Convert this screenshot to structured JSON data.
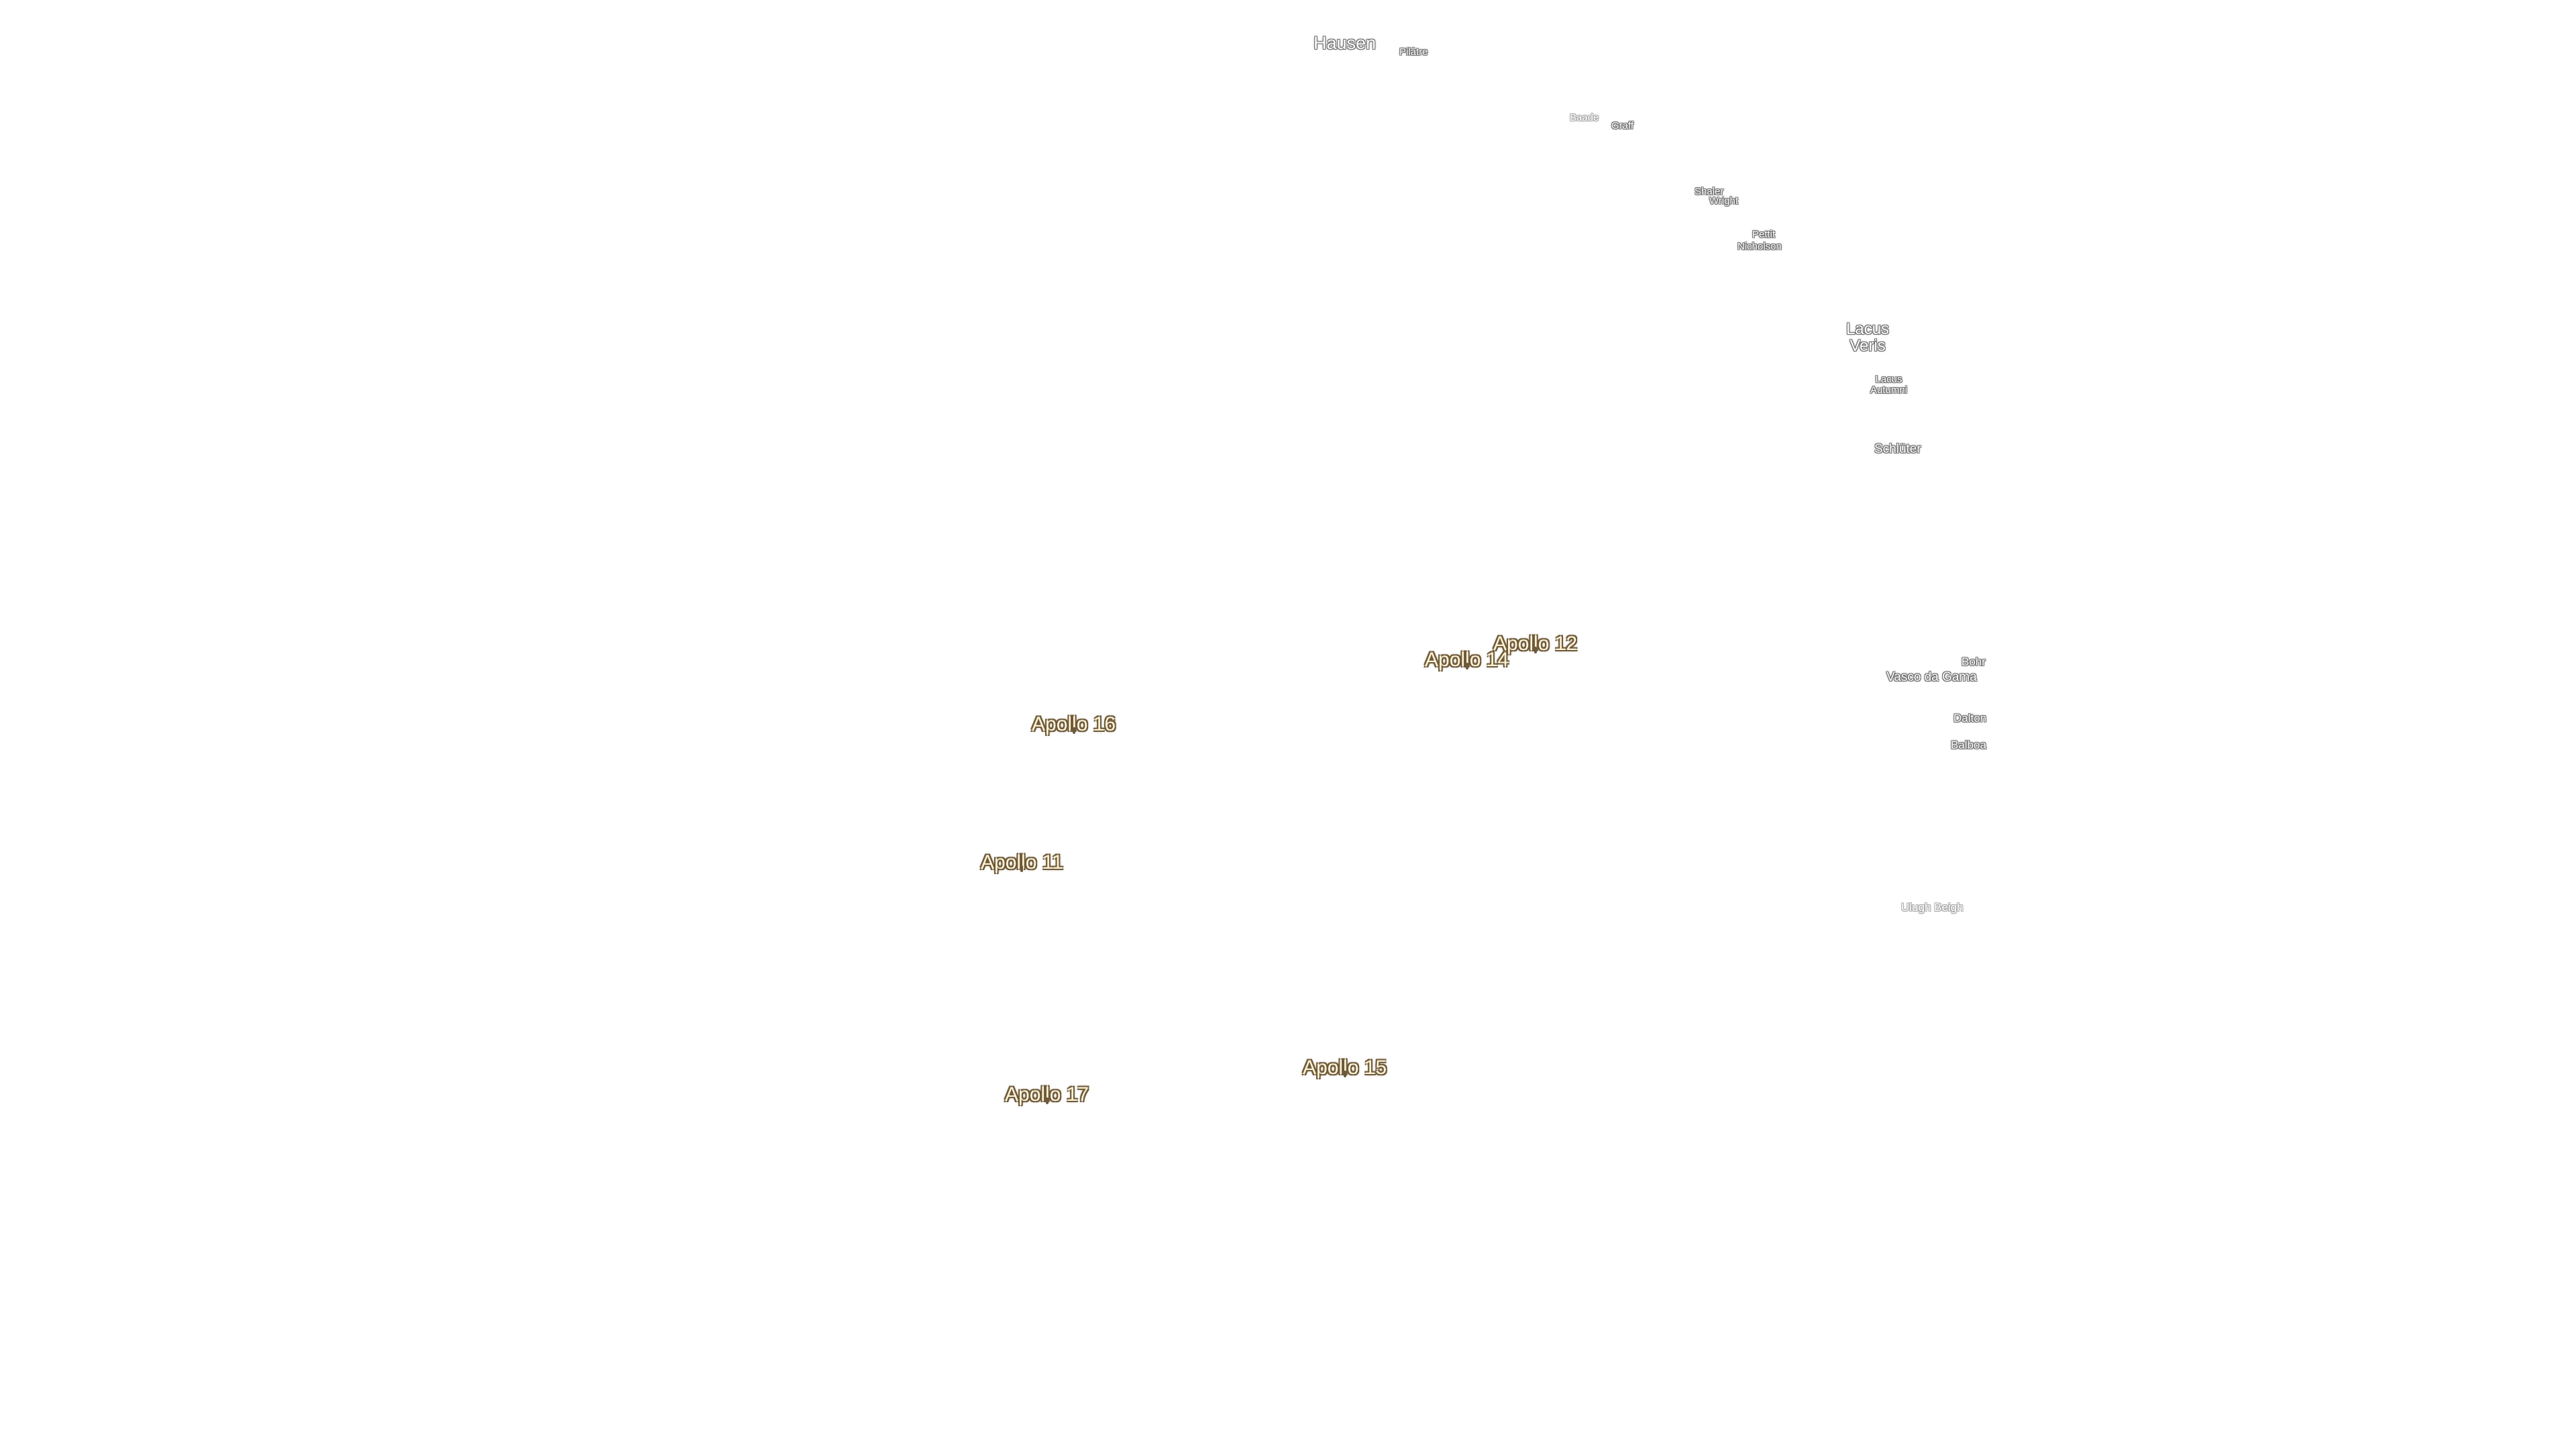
{
  "map": {
    "feature_labels": [
      {
        "id": "hausen",
        "text": "Hausen"
      },
      {
        "id": "pilatre",
        "text": "Pilâtre"
      },
      {
        "id": "baade",
        "text": "Baade"
      },
      {
        "id": "graff",
        "text": "Graff"
      },
      {
        "id": "shaler",
        "text": "Shaler"
      },
      {
        "id": "wright",
        "text": "Wright"
      },
      {
        "id": "pettit",
        "text": "Pettit"
      },
      {
        "id": "nicholson",
        "text": "Nicholson"
      },
      {
        "id": "lacus_veris_1",
        "text": "Lacus"
      },
      {
        "id": "lacus_veris_2",
        "text": "Veris"
      },
      {
        "id": "lacus_autumni_1",
        "text": "Lacus"
      },
      {
        "id": "lacus_autumni_2",
        "text": "Autumni"
      },
      {
        "id": "schluter",
        "text": "Schlüter"
      },
      {
        "id": "bohr",
        "text": "Bohr"
      },
      {
        "id": "vasco_da_gama",
        "text": "Vasco da Gama"
      },
      {
        "id": "dalton",
        "text": "Dalton"
      },
      {
        "id": "balboa",
        "text": "Balboa"
      },
      {
        "id": "ulugh_beigh",
        "text": "Ulugh Beigh"
      }
    ],
    "apollo_sites": [
      {
        "id": "apollo_12",
        "text": "Apollo 12"
      },
      {
        "id": "apollo_14",
        "text": "Apollo 14"
      },
      {
        "id": "apollo_16",
        "text": "Apollo 16"
      },
      {
        "id": "apollo_11",
        "text": "Apollo 11"
      },
      {
        "id": "apollo_15",
        "text": "Apollo 15"
      },
      {
        "id": "apollo_17",
        "text": "Apollo 17"
      }
    ],
    "colors": {
      "background": "#ffffff",
      "feature_text": "#ffffff",
      "feature_halo": "#6b6b6b",
      "apollo_text": "#fff3d6",
      "apollo_halo": "#6e5a3a"
    }
  }
}
